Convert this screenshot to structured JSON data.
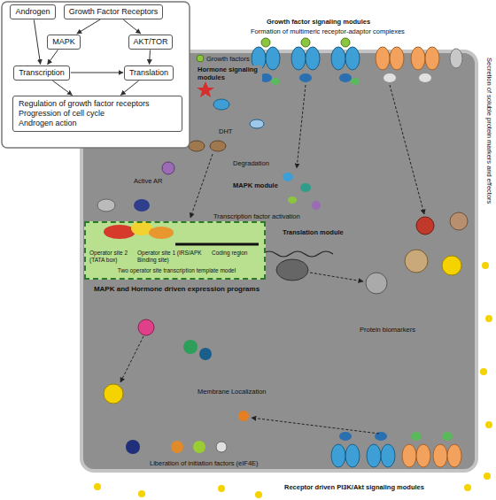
{
  "diagram": {
    "nodes": [
      {
        "text": [
          "Androgen"
        ]
      },
      {
        "text": [
          "Growth Factor Receptors"
        ]
      },
      {
        "text": [
          "MAPK"
        ]
      },
      {
        "text": [
          "AKT/TOR"
        ]
      },
      {
        "text": [
          "Transcription"
        ]
      },
      {
        "text": [
          "Translation"
        ]
      },
      {
        "text": [
          "Regulation of growth factor receptors",
          "Progression of cell cycle",
          "Androgen action"
        ]
      },
      {
        "text": [
          "Operator site 2 (TATA box)",
          "Operator site 1 (IRS/APK Binding site)",
          "Coding region",
          "Two operator site transcription template model",
          "MAPK and Hormone driven expression programs"
        ]
      }
    ],
    "edges": [
      {
        "from": 0,
        "to": 4,
        "arrow": "to"
      },
      {
        "from": 1,
        "to": 2,
        "arrow": "to"
      },
      {
        "from": 1,
        "to": 3,
        "arrow": "to"
      },
      {
        "from": 2,
        "to": 4,
        "arrow": "to"
      },
      {
        "from": 3,
        "to": 5,
        "arrow": "to"
      },
      {
        "from": 4,
        "to": 5,
        "arrow": "to"
      },
      {
        "from": 4,
        "to": 6,
        "arrow": "to"
      },
      {
        "from": 5,
        "to": 6,
        "arrow": "to"
      }
    ],
    "labels": [
      "Growth factor signaling modules",
      "Formation of multimeric receptor-adaptor complexes",
      "Hormone signaling modules",
      "Growth factors",
      "DHT",
      "Degradation",
      "Active AR",
      "MAPK module",
      "Transcription factor activation",
      "Translation module",
      "Protein biomarkers",
      "Secretion of soluble protein markers and effectors",
      "Membrane Localization",
      "Liberation of initiation factors (eIF4E)",
      "Receptor driven PI3K/Akt signaling modules"
    ]
  }
}
